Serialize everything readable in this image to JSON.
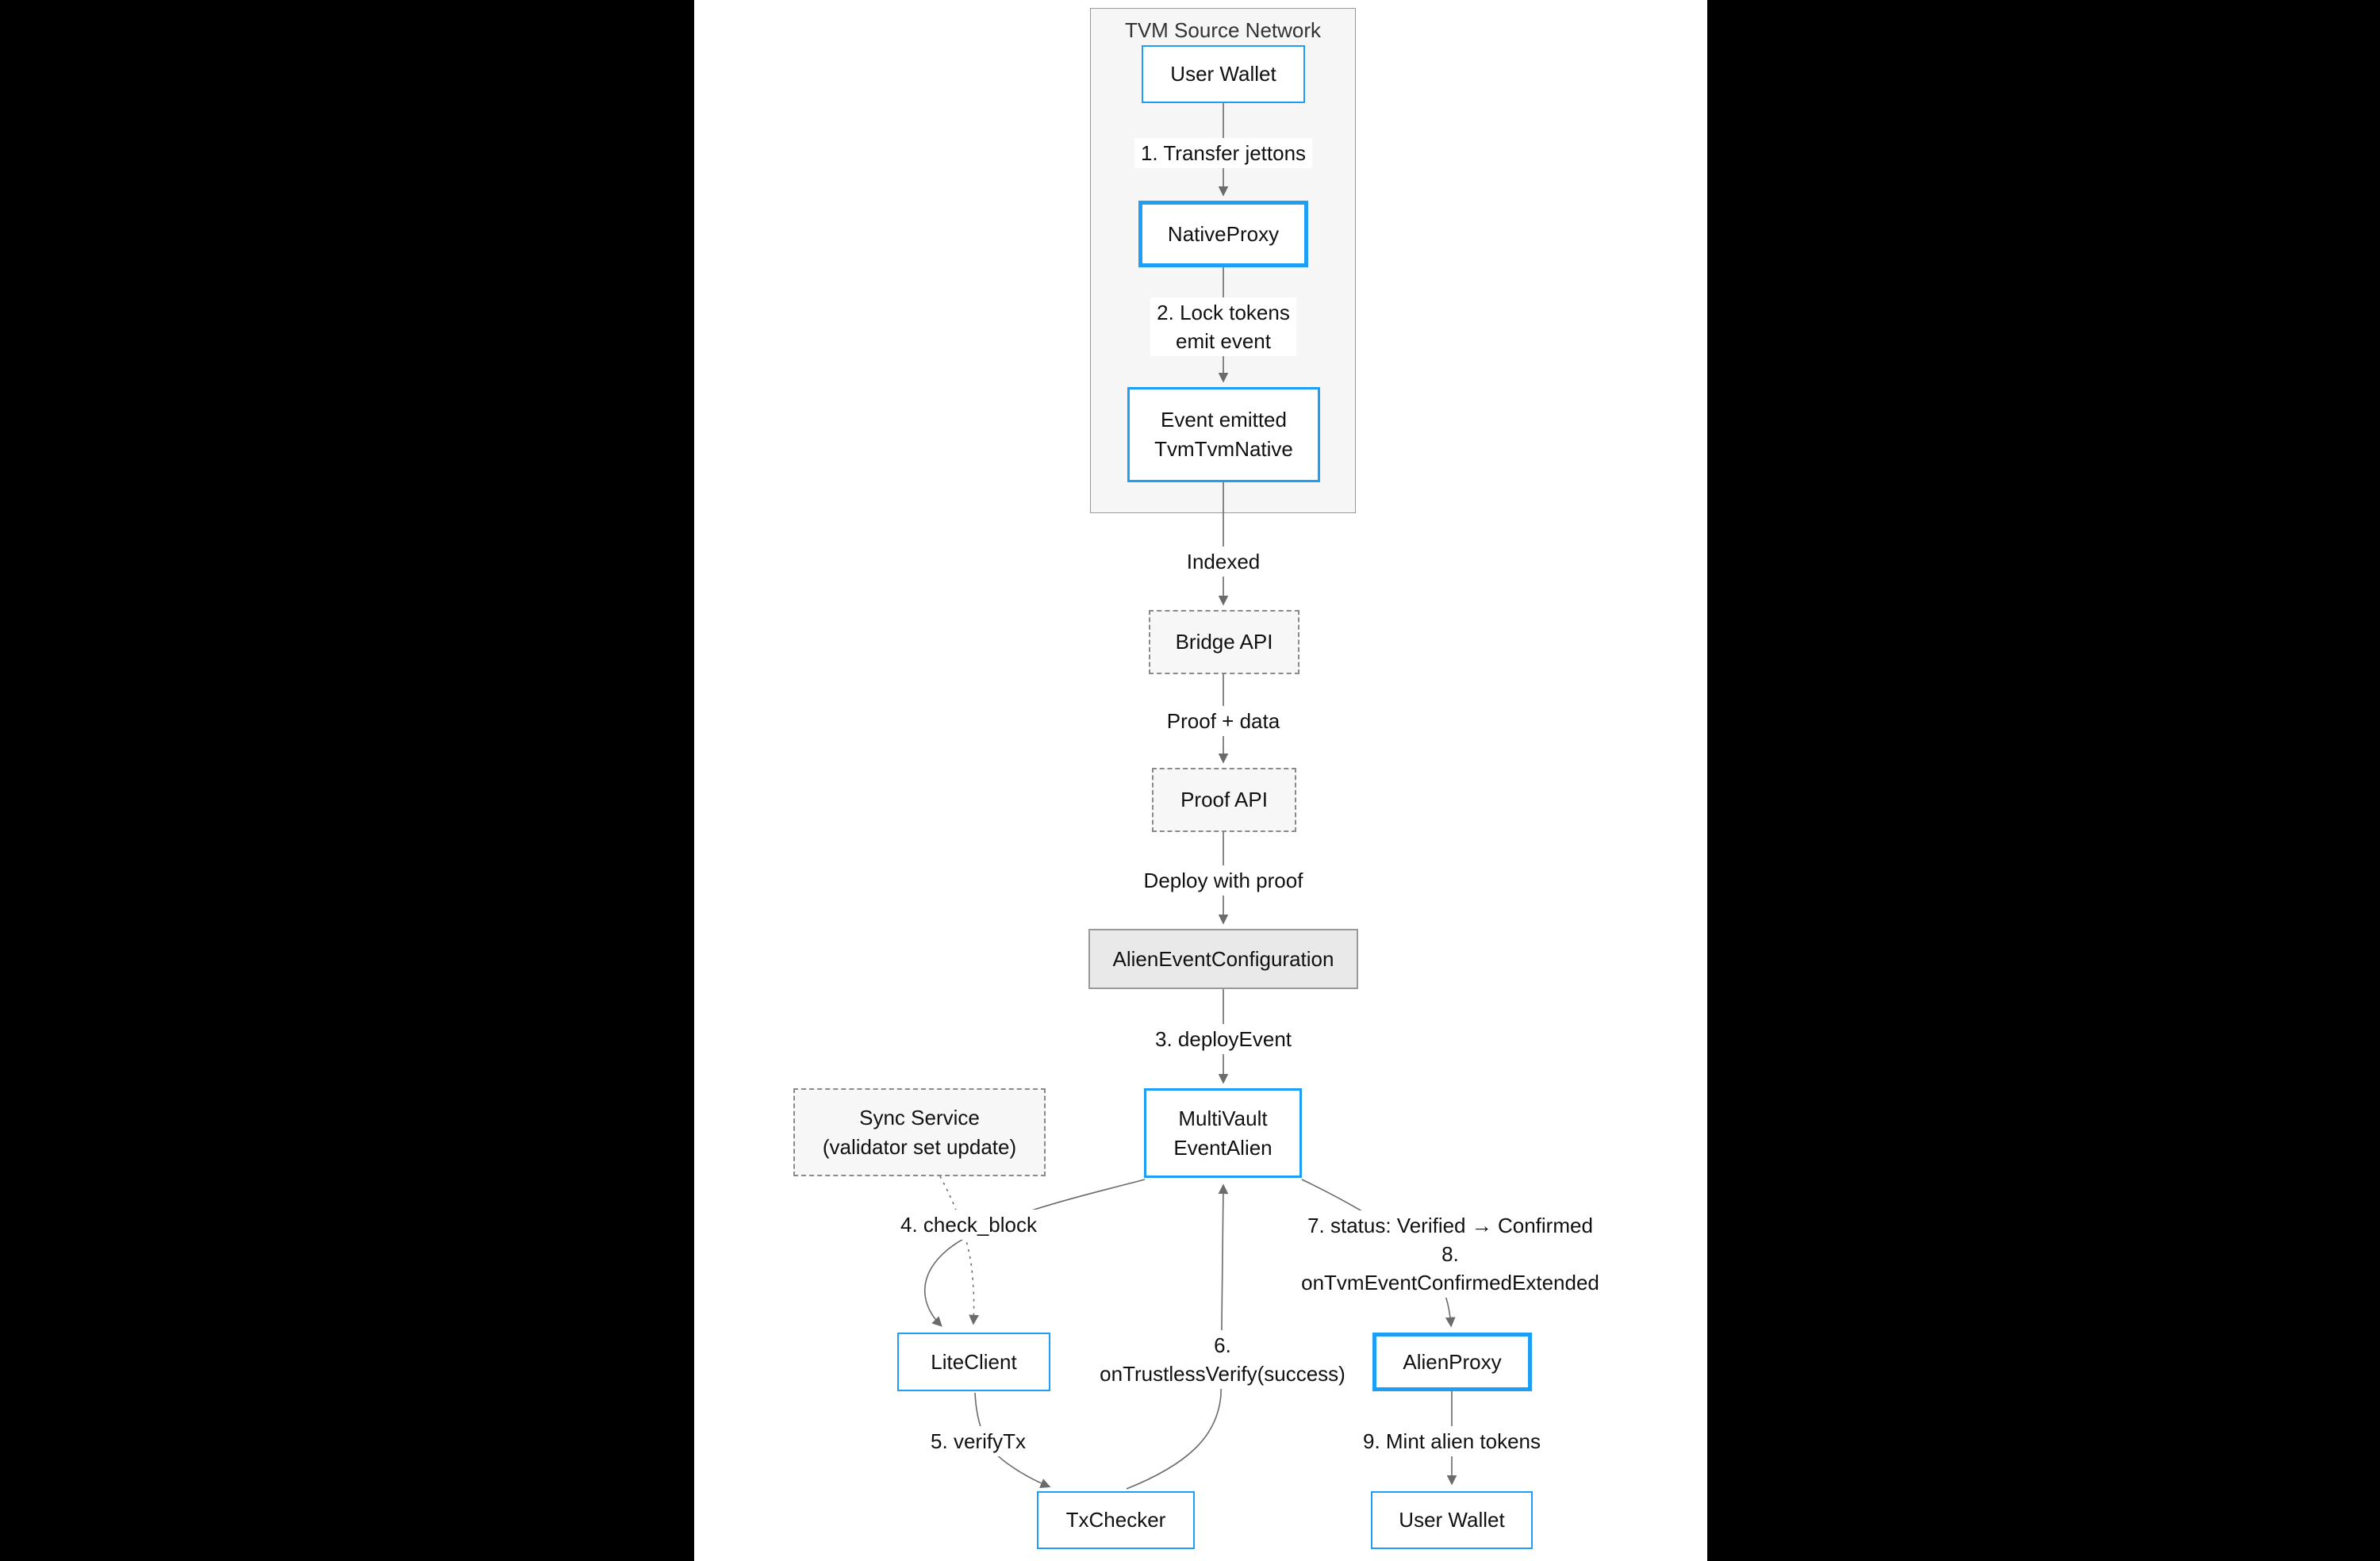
{
  "colors": {
    "page_background": "#000000",
    "panel_background": "#ffffff",
    "node_border_blue": "#1e9ef4",
    "subgraph_fill": "#f6f6f6",
    "subgraph_border": "#999999",
    "dashed_node_fill": "#f7f7f7",
    "dashed_node_border": "#8a8a8a",
    "config_node_fill": "#e9e9e9",
    "arrow_gray": "#6b6b6b",
    "text": "#111111"
  },
  "diagram": {
    "subgraph": {
      "title": "TVM Source Network"
    },
    "nodes": {
      "user_wallet_src": {
        "label": "User Wallet"
      },
      "native_proxy": {
        "label": "NativeProxy"
      },
      "event_emitted": {
        "label": "Event emitted\nTvmTvmNative"
      },
      "bridge_api": {
        "label": "Bridge API"
      },
      "proof_api": {
        "label": "Proof API"
      },
      "alien_event_configuration": {
        "label": "AlienEventConfiguration"
      },
      "multivault_event_alien": {
        "label": "MultiVault\nEventAlien"
      },
      "sync_service": {
        "label": "Sync Service\n(validator set update)"
      },
      "lite_client": {
        "label": "LiteClient"
      },
      "tx_checker": {
        "label": "TxChecker"
      },
      "alien_proxy": {
        "label": "AlienProxy"
      },
      "user_wallet_dst": {
        "label": "User Wallet"
      }
    },
    "edge_labels": {
      "transfer_jettons": "1. Transfer jettons",
      "lock_tokens": "2. Lock tokens\nemit event",
      "indexed": "Indexed",
      "proof_data": "Proof + data",
      "deploy_with_proof": "Deploy with proof",
      "deploy_event": "3. deployEvent",
      "check_block": "4. check_block",
      "verify_tx": "5. verifyTx",
      "on_trustless_verify": "6.\nonTrustlessVerify(success)",
      "status_confirmed": "7. status: Verified → Confirmed\n8.\nonTvmEventConfirmedExtended",
      "mint_alien_tokens": "9. Mint alien tokens"
    }
  }
}
